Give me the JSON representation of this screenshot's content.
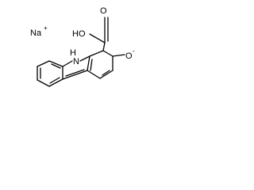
{
  "molecule": {
    "counterion": {
      "element": "Na",
      "charge": "+"
    },
    "atom_labels": {
      "hydroxyl": "HO",
      "carbonyl_oxygen": "O",
      "ring_nitrogen": "N",
      "ring_nitrogen_hydrogen": "H",
      "phenoxide_oxygen": "O",
      "phenoxide_charge": "-"
    }
  }
}
